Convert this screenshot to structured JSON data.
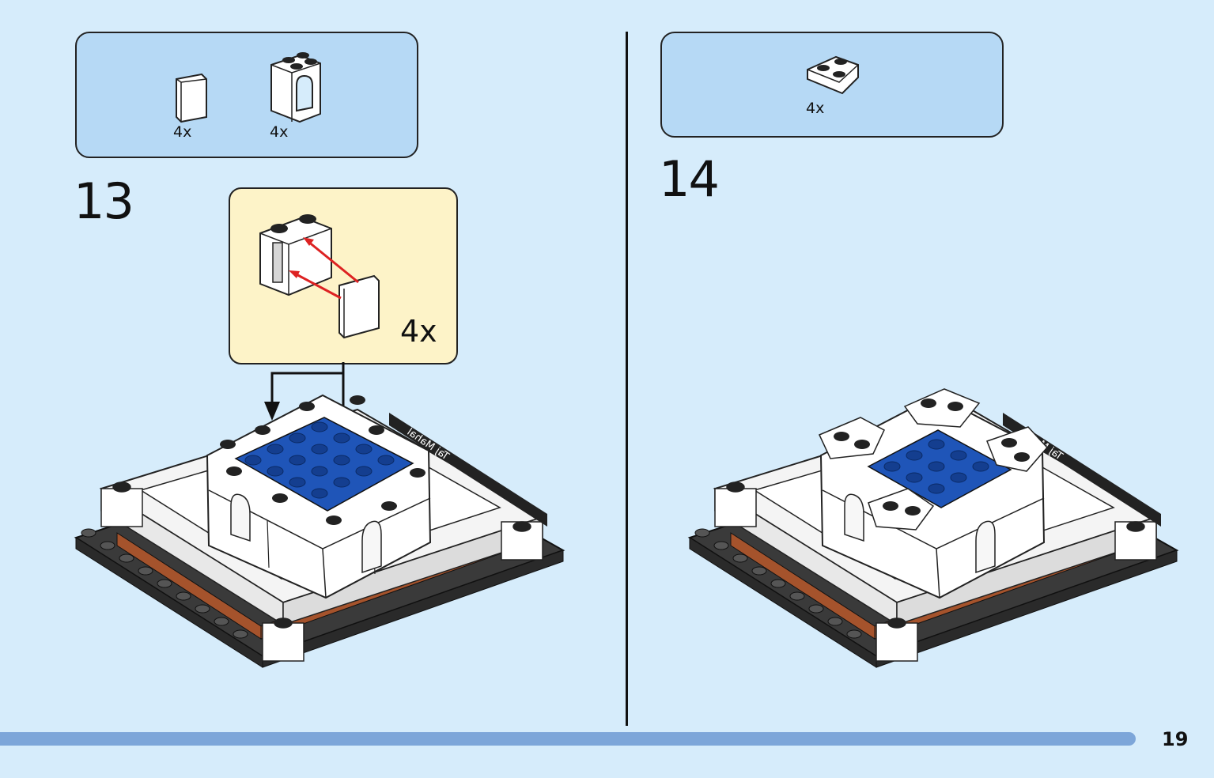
{
  "step13": {
    "number": "13",
    "parts": [
      {
        "name": "tile-1x2",
        "qty": "4x"
      },
      {
        "name": "window-frame-1x2x2",
        "qty": "4x"
      }
    ],
    "callout_qty": "4x"
  },
  "step14": {
    "number": "14",
    "parts": [
      {
        "name": "wedge-plate-2x2",
        "qty": "4x"
      }
    ]
  },
  "model_label": "Taj Mahal",
  "page_number": "19",
  "colors": {
    "background": "#d6ecfb",
    "parts_box": "#b6d9f5",
    "callout": "#fdf3c8",
    "footer_bar": "#7da6d9",
    "blue_bricks": "#1f55b8",
    "base": "#3a3a3a",
    "trim": "#a5532c"
  }
}
